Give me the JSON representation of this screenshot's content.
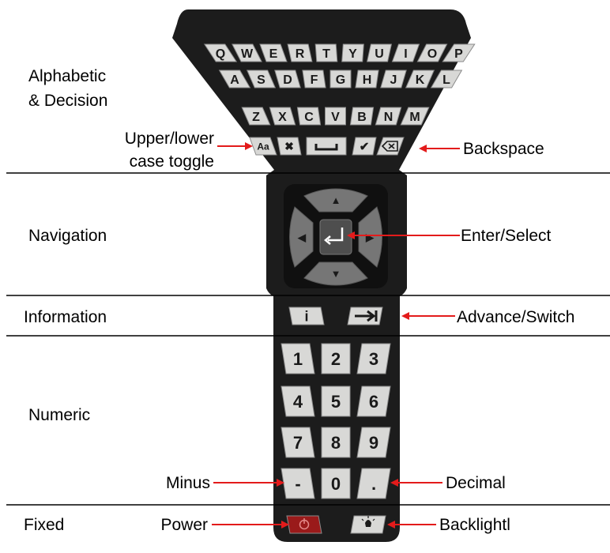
{
  "sections": [
    {
      "id": "alpha",
      "lines": [
        "Alphabetic",
        "& Decision"
      ]
    },
    {
      "id": "nav",
      "lines": [
        "Navigation"
      ]
    },
    {
      "id": "info",
      "lines": [
        "Information"
      ]
    },
    {
      "id": "numeric",
      "lines": [
        "Numeric"
      ]
    },
    {
      "id": "fixed",
      "lines": [
        "Fixed"
      ]
    }
  ],
  "callouts": {
    "case_toggle": [
      "Upper/lower",
      "case toggle"
    ],
    "backspace": "Backspace",
    "enter": "Enter/Select",
    "advance": "Advance/Switch",
    "minus": "Minus",
    "decimal": "Decimal",
    "power": "Power",
    "backlight": "Backlightl"
  },
  "keyboard": {
    "row1": [
      "Q",
      "W",
      "E",
      "R",
      "T",
      "Y",
      "U",
      "I",
      "O",
      "P"
    ],
    "row2": [
      "A",
      "S",
      "D",
      "F",
      "G",
      "H",
      "J",
      "K",
      "L"
    ],
    "row3": [
      "Z",
      "X",
      "C",
      "V",
      "B",
      "N",
      "M"
    ],
    "function_row": [
      "Aa",
      "✖",
      "space",
      "✔",
      "backspace"
    ],
    "nav": [
      "▲",
      "◀",
      "↵",
      "▶",
      "▼"
    ],
    "info": [
      "i",
      "→|"
    ],
    "numeric": [
      [
        "1",
        "2",
        "3"
      ],
      [
        "4",
        "5",
        "6"
      ],
      [
        "7",
        "8",
        "9"
      ],
      [
        "-",
        "0",
        "."
      ]
    ],
    "fixed": [
      "power",
      "backlight"
    ]
  },
  "colors": {
    "body": "#1c1c1c",
    "key": "#d8d8d6",
    "key_dark": "#767676",
    "cancel": "#c0161e",
    "ok": "#2f8a3c",
    "power": "#9a1a1a",
    "arrow": "#e31b1b"
  }
}
